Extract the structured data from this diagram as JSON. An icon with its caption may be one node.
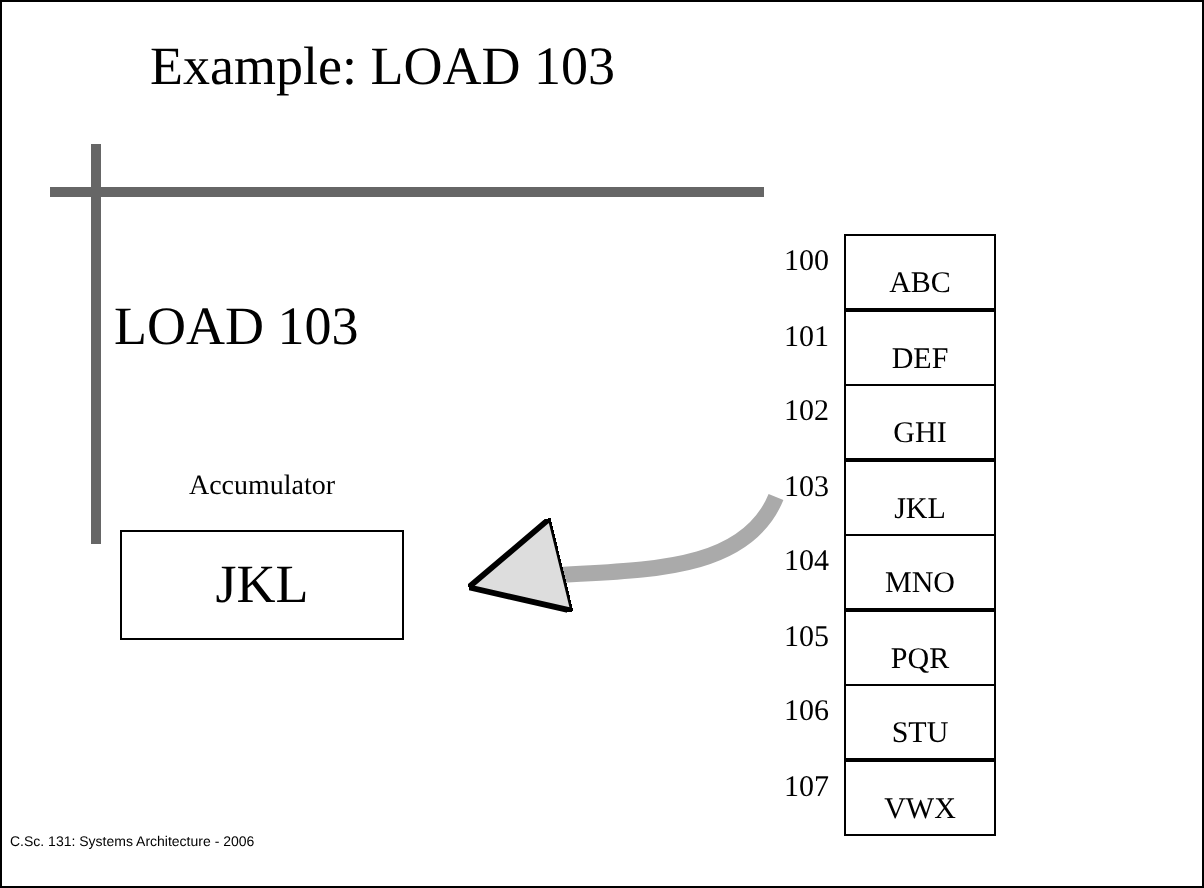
{
  "diagram": {
    "title": "Example: LOAD 103",
    "nodes": [
      {
        "text": [
          "ABC"
        ],
        "beside": [
          "100"
        ]
      },
      {
        "text": [
          "DEF"
        ],
        "beside": [
          "101"
        ]
      },
      {
        "text": [
          "GHI"
        ],
        "beside": [
          "102"
        ]
      },
      {
        "text": [
          "JKL"
        ],
        "beside": [
          "103"
        ]
      },
      {
        "text": [
          "MNO"
        ],
        "beside": [
          "104"
        ]
      },
      {
        "text": [
          "PQR"
        ],
        "beside": [
          "105"
        ]
      },
      {
        "text": [
          "STU"
        ],
        "beside": [
          "106"
        ]
      },
      {
        "text": [
          "VWX"
        ],
        "beside": [
          "107"
        ]
      },
      {
        "text": [
          "Accumulator",
          "JKL"
        ]
      }
    ],
    "edges": [
      {
        "from": 3,
        "to": 8,
        "arrow": "to"
      }
    ],
    "labels": [
      "LOAD 103",
      "C.Sc. 131: Systems Architecture - 2006"
    ]
  }
}
